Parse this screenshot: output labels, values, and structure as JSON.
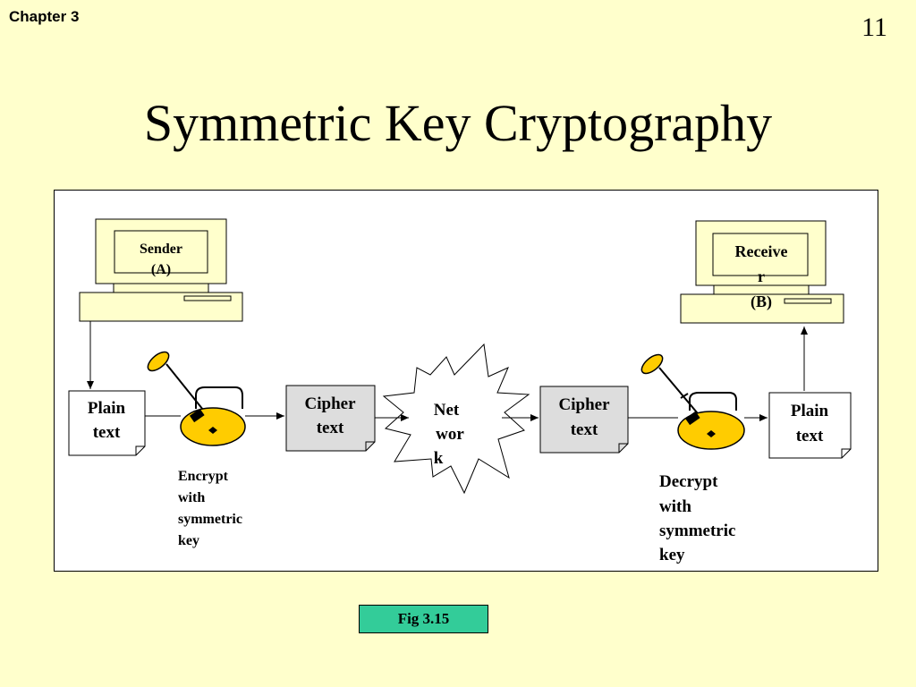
{
  "header": {
    "chapter": "Chapter 3",
    "page_number": "11"
  },
  "title": "Symmetric Key Cryptography",
  "diagram": {
    "sender": {
      "line1": "Sender",
      "line2": "(A)"
    },
    "receiver": {
      "line1": "Receive",
      "line2": "r",
      "line3": "(B)"
    },
    "plain_text_left": {
      "line1": "Plain",
      "line2": "text"
    },
    "plain_text_right": {
      "line1": "Plain",
      "line2": "text"
    },
    "cipher_text_left": {
      "line1": "Cipher",
      "line2": "text"
    },
    "cipher_text_right": {
      "line1": "Cipher",
      "line2": "text"
    },
    "network": {
      "line1": "Net",
      "line2": "wor",
      "line3": "k"
    },
    "encrypt_label": {
      "line1": "Encrypt",
      "line2": "with",
      "line3": "symmetric",
      "line4": "key"
    },
    "decrypt_label": {
      "line1": "Decrypt",
      "line2": "with",
      "line3": "symmetric",
      "line4": "key"
    }
  },
  "figure_caption": "Fig 3.15",
  "colors": {
    "background": "#ffffcc",
    "lock_fill": "#ffcc00",
    "computer_fill": "#ffffcc",
    "cipher_fill": "#dddddd",
    "caption_fill": "#33cc99"
  }
}
